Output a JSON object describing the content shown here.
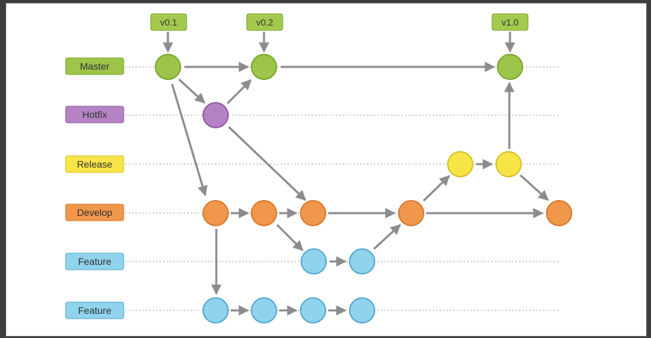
{
  "colors": {
    "master": "#9cc54a",
    "master_border": "#7ba530",
    "master_tag": "#a3c94f",
    "hotfix": "#b583c4",
    "hotfix_border": "#8d5aa2",
    "release": "#f7e548",
    "release_border": "#d4c225",
    "develop": "#f0974c",
    "develop_border": "#d8792c",
    "feature": "#8fd3ec",
    "feature_border": "#58a8d0",
    "arrow": "#8c8c8c",
    "dotted": "#a0a0a0",
    "label_text": "#333333"
  },
  "lanes": [
    {
      "id": "master",
      "label": "Master"
    },
    {
      "id": "hotfix",
      "label": "Hotfix"
    },
    {
      "id": "release",
      "label": "Release"
    },
    {
      "id": "develop",
      "label": "Develop"
    },
    {
      "id": "feature1",
      "label": "Feature"
    },
    {
      "id": "feature2",
      "label": "Feature"
    }
  ],
  "tags": [
    "v0.1",
    "v0.2",
    "v1.0"
  ]
}
